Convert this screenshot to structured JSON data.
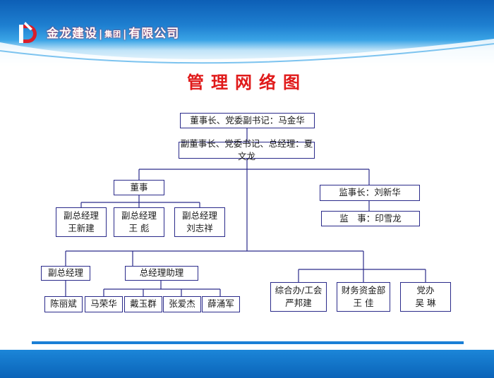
{
  "header": {
    "company_main": "金龙建设",
    "company_group": "集团",
    "company_suffix": "有限公司",
    "logo_color": "#d81e2a"
  },
  "title": "管理网络图",
  "org": {
    "chairman": "董事长、党委副书记：马金华",
    "vice_chairman": "副董事长、党委书记、总经理：夏文龙",
    "board": "董事",
    "board_members": [
      "副总经理\n王新建",
      "副总经理\n王 彪",
      "副总经理\n刘志祥"
    ],
    "supervisor_chief": "监事长：刘新华",
    "supervisor": "监　事：印雪龙",
    "deputy_gm": "副总经理",
    "gm_assistant": "总经理助理",
    "deputy_gm_member": "陈丽斌",
    "assistants": [
      "马荣华",
      "戴玉群",
      "张爱杰",
      "薛涌军"
    ],
    "departments": [
      "综合办/工会\n严邦建",
      "财务资金部\n王 佳",
      "党办\n吴 琳"
    ]
  },
  "colors": {
    "border": "#2a2a8a",
    "title": "#e01a1a",
    "header_blue": "#0d5fb6"
  }
}
